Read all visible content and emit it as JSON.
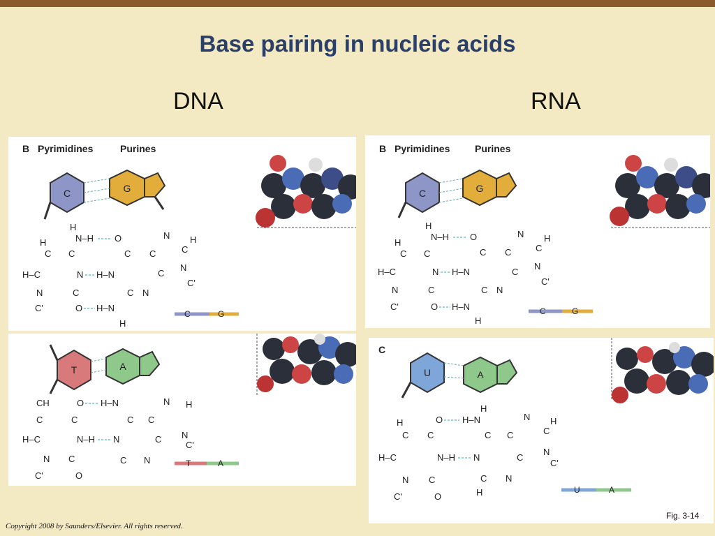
{
  "slide": {
    "title": "Base pairing in nucleic acids",
    "dna_label": "DNA",
    "rna_label": "RNA",
    "copyright": "Copyright 2008 by Saunders/Elsevier. All rights reserved.",
    "figure": "Fig. 3-14"
  },
  "panels": {
    "dna_cg": {
      "letter": "B",
      "pyr": "Pyrimidines",
      "pur": "Purines",
      "ball_left": "C",
      "ball_right": "G",
      "bar_left": "C",
      "bar_right": "G",
      "colors": {
        "left": "#8e96c8",
        "right": "#e2ad3b"
      }
    },
    "dna_ta": {
      "ball_left": "T",
      "ball_right": "A",
      "bar_left": "T",
      "bar_right": "A",
      "colors": {
        "left": "#d8797c",
        "right": "#8ec88a"
      }
    },
    "rna_cg": {
      "letter": "B",
      "pyr": "Pyrimidines",
      "pur": "Purines",
      "ball_left": "C",
      "ball_right": "G",
      "bar_left": "C",
      "bar_right": "G",
      "colors": {
        "left": "#8e96c8",
        "right": "#e2ad3b"
      }
    },
    "rna_ua": {
      "letter": "C",
      "ball_left": "U",
      "ball_right": "A",
      "bar_left": "U",
      "bar_right": "A",
      "colors": {
        "left": "#7fa6d8",
        "right": "#8ec88a"
      }
    }
  }
}
